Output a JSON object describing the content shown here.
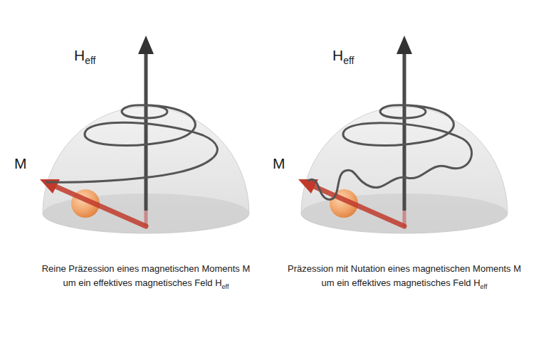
{
  "diagram": {
    "labels": [
      "H",
      "eff",
      "M",
      "Reine Präzession eines magnetischen Moments M um ein effektives magnetisches Feld H",
      "eff",
      "H",
      "eff",
      "M",
      "Präzession mit Nutation eines magnetischen Moments M um ein effektives magnetisches Feld H",
      "eff"
    ]
  }
}
